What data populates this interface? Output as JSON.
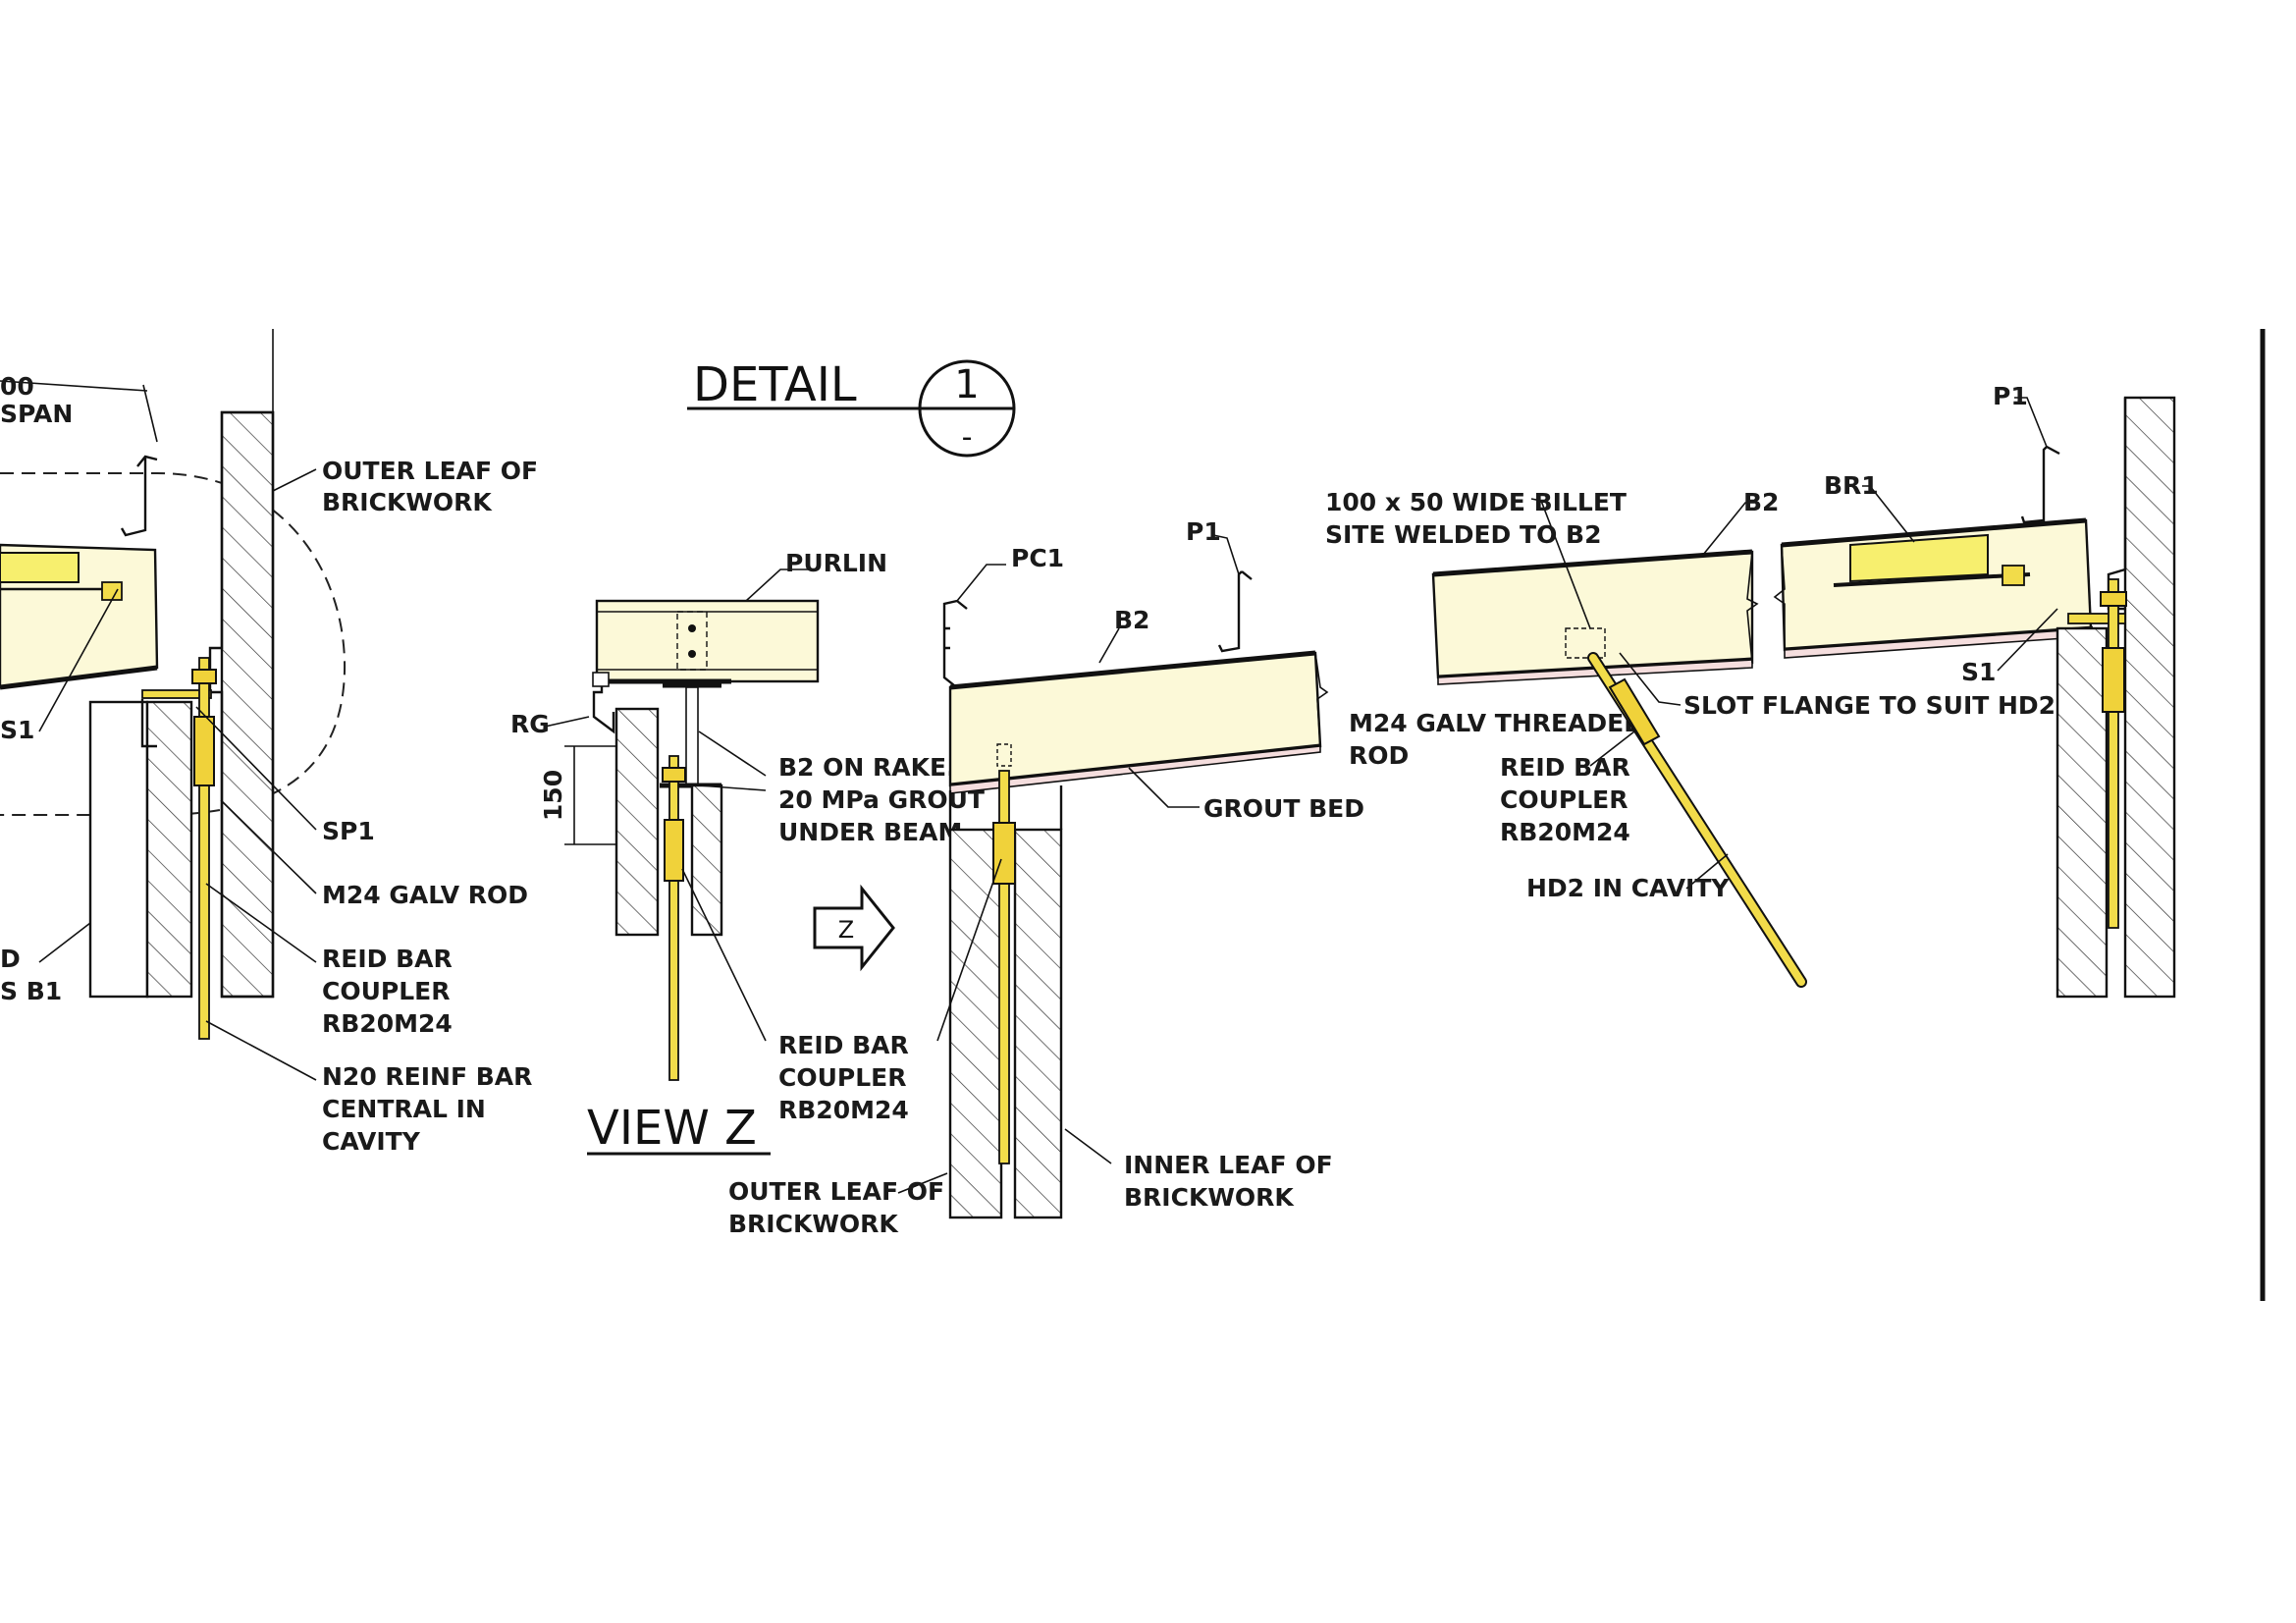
{
  "detail": {
    "title": "DETAIL",
    "number": "1",
    "sheet": "-"
  },
  "view_z": {
    "title": "VIEW  Z",
    "arrow_letter": "Z"
  },
  "left_labels": {
    "dim_top": "00",
    "span": "SPAN",
    "outer_leaf_1": "OUTER LEAF OF",
    "outer_leaf_2": "BRICKWORK",
    "s1": "S1",
    "sp1": "SP1",
    "rod": "M24 GALV ROD",
    "coupler_1": "REID BAR",
    "coupler_2": "COUPLER",
    "coupler_3": "RB20M24",
    "d": "D",
    "sb1": "S B1",
    "reinf_1": "N20 REINF BAR",
    "reinf_2": "CENTRAL IN",
    "reinf_3": "CAVITY"
  },
  "viewz_labels": {
    "purlin": "PURLIN",
    "rg": "RG",
    "dim_150": "150",
    "b2_rake_1": "B2 ON RAKE.",
    "b2_rake_2": "20 MPa GROUT",
    "b2_rake_3": "UNDER BEAM",
    "coupler_1": "REID BAR",
    "coupler_2": "COUPLER",
    "coupler_3": "RB20M24"
  },
  "mid_labels": {
    "pc1": "PC1",
    "p1": "P1",
    "b2": "B2",
    "rod_1": "M24 GALV THREADED",
    "rod_2": "ROD",
    "grout": "GROUT BED",
    "outer_1": "OUTER LEAF OF",
    "outer_2": "BRICKWORK",
    "inner_1": "INNER LEAF OF",
    "inner_2": "BRICKWORK"
  },
  "right_labels": {
    "billet_1": "100 x 50 WIDE BILLET",
    "billet_2": "SITE WELDED TO B2",
    "b2": "B2",
    "br1": "BR1",
    "p1": "P1",
    "slot": "SLOT FLANGE TO SUIT HD2",
    "s1": "S1",
    "coupler_1": "REID BAR",
    "coupler_2": "COUPLER",
    "coupler_3": "RB20M24",
    "hd2": "HD2 IN CAVITY"
  },
  "colors": {
    "beam_fill": "#fcf9d8",
    "rod_fill": "#f2dc4a",
    "highlight": "#f7ef6e",
    "grout": "#f5dede",
    "ink": "#111111"
  }
}
